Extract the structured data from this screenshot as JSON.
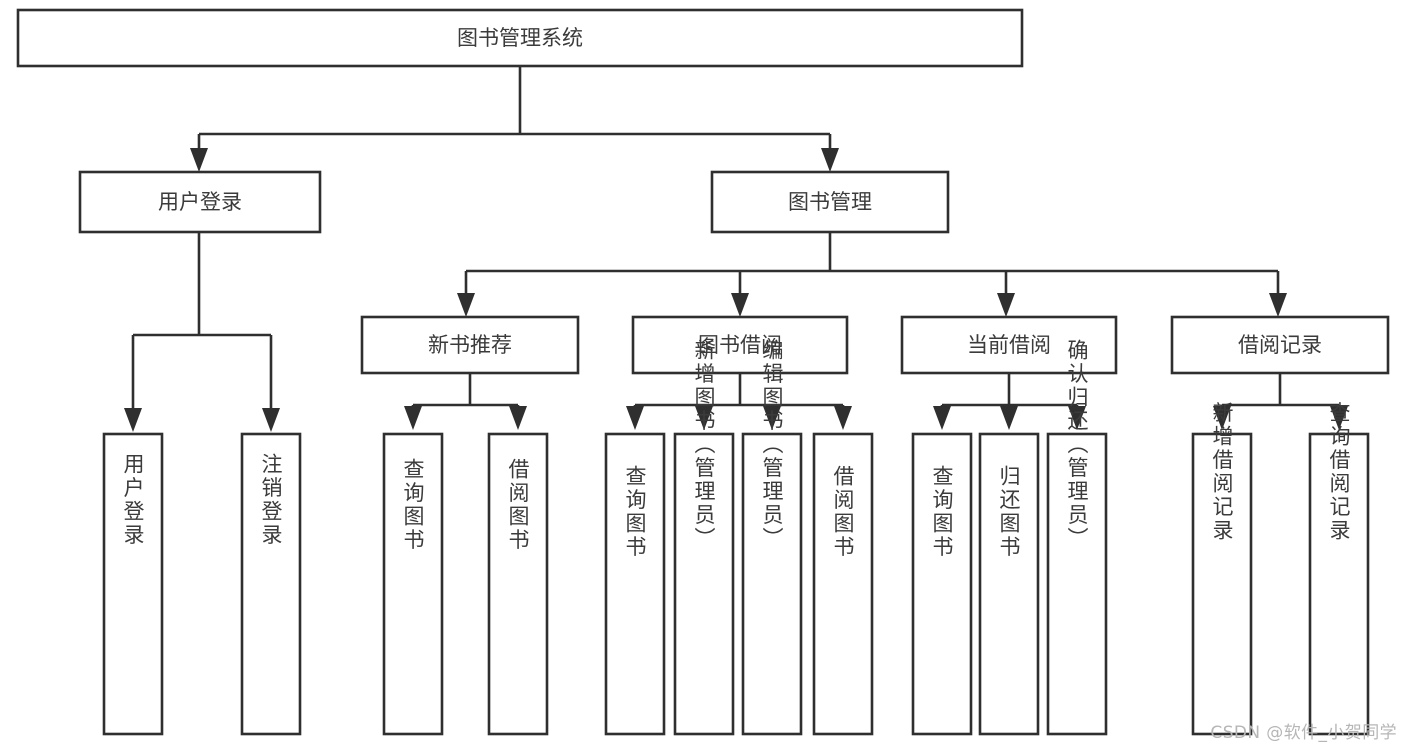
{
  "diagram": {
    "type": "tree-hierarchy",
    "title": "图书管理系统",
    "watermark": "CSDN @软件_小贺同学",
    "colors": {
      "background": "#ffffff",
      "box_stroke": "#2f2f2f",
      "box_fill": "#ffffff",
      "text": "#3b3b3b",
      "connector": "#2f2f2f",
      "watermark": "#b6b6b6"
    },
    "levels": [
      {
        "level": 1,
        "nodes": [
          {
            "id": "root",
            "label": "图书管理系统",
            "orientation": "horizontal"
          }
        ]
      },
      {
        "level": 2,
        "nodes": [
          {
            "id": "user-login",
            "label": "用户登录",
            "orientation": "horizontal",
            "parent": "root"
          },
          {
            "id": "book-manage",
            "label": "图书管理",
            "orientation": "horizontal",
            "parent": "root"
          }
        ]
      },
      {
        "level": 3,
        "nodes": [
          {
            "id": "new-book-recommend",
            "label": "新书推荐",
            "orientation": "horizontal",
            "parent": "book-manage"
          },
          {
            "id": "book-borrow",
            "label": "图书借阅",
            "orientation": "horizontal",
            "parent": "book-manage"
          },
          {
            "id": "current-borrow",
            "label": "当前借阅",
            "orientation": "horizontal",
            "parent": "book-manage"
          },
          {
            "id": "borrow-record",
            "label": "借阅记录",
            "orientation": "horizontal",
            "parent": "book-manage"
          }
        ]
      },
      {
        "level": 4,
        "nodes": [
          {
            "id": "leaf-user-login",
            "label": "用户登录",
            "orientation": "vertical",
            "parent": "user-login"
          },
          {
            "id": "leaf-logout",
            "label": "注销登录",
            "orientation": "vertical",
            "parent": "user-login"
          },
          {
            "id": "leaf-query-book-1",
            "label": "查询图书",
            "orientation": "vertical",
            "parent": "new-book-recommend"
          },
          {
            "id": "leaf-borrow-book-1",
            "label": "借阅图书",
            "orientation": "vertical",
            "parent": "new-book-recommend"
          },
          {
            "id": "leaf-query-book-2",
            "label": "查询图书",
            "orientation": "vertical",
            "parent": "book-borrow"
          },
          {
            "id": "leaf-add-book",
            "label": "新增图书（管理员）",
            "orientation": "vertical",
            "parent": "book-borrow"
          },
          {
            "id": "leaf-edit-book",
            "label": "编辑图书（管理员）",
            "orientation": "vertical",
            "parent": "book-borrow"
          },
          {
            "id": "leaf-borrow-book-2",
            "label": "借阅图书",
            "orientation": "vertical",
            "parent": "book-borrow"
          },
          {
            "id": "leaf-query-book-3",
            "label": "查询图书",
            "orientation": "vertical",
            "parent": "current-borrow"
          },
          {
            "id": "leaf-return-book",
            "label": "归还图书",
            "orientation": "vertical",
            "parent": "current-borrow"
          },
          {
            "id": "leaf-confirm-return",
            "label": "确认归还（管理员）",
            "orientation": "vertical",
            "parent": "current-borrow"
          },
          {
            "id": "leaf-add-record",
            "label": "新增借阅记录",
            "orientation": "vertical",
            "parent": "borrow-record"
          },
          {
            "id": "leaf-query-record",
            "label": "查询借阅记录",
            "orientation": "vertical",
            "parent": "borrow-record"
          }
        ]
      }
    ]
  }
}
